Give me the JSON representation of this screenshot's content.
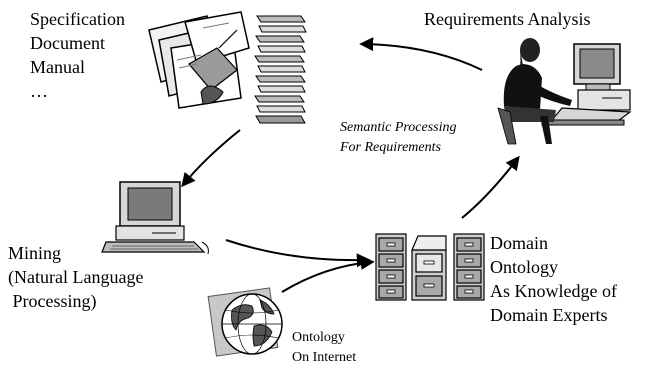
{
  "labels": {
    "spec": [
      "Specification",
      "Document",
      "Manual",
      "…"
    ],
    "requirements_analysis": "Requirements Analysis",
    "semantic": [
      "Semantic Processing",
      "For Requirements"
    ],
    "mining": [
      "Mining",
      "(Natural Language",
      " Processing)"
    ],
    "domain": [
      "Domain",
      "Ontology",
      "As Knowledge of",
      "Domain Experts"
    ],
    "ontology_internet": [
      "Ontology",
      "On Internet"
    ]
  },
  "icons": {
    "documents": "scattered-papers-icon",
    "stack": "document-stack-icon",
    "analyst": "person-at-computer-icon",
    "computer": "desktop-computer-icon",
    "cabinets": "filing-cabinets-icon",
    "globe": "globe-icon"
  },
  "colors": {
    "ink": "#000000",
    "gray_dark": "#555555",
    "gray_mid": "#9a9a9a",
    "gray_light": "#d6d6d6"
  }
}
